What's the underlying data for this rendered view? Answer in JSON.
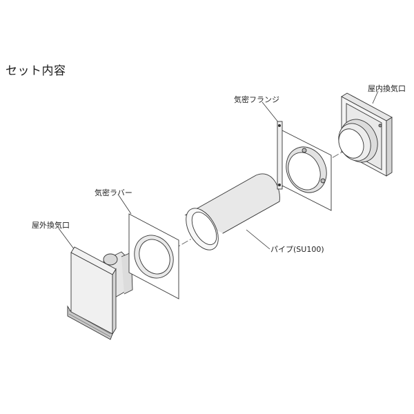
{
  "title": "セット内容",
  "labels": {
    "indoor_vent": "屋内換気口",
    "airtight_flange": "気密フランジ",
    "airtight_rubber": "気密ラバー",
    "outdoor_vent": "屋外換気口",
    "pipe": "パイプ(SU100)"
  }
}
